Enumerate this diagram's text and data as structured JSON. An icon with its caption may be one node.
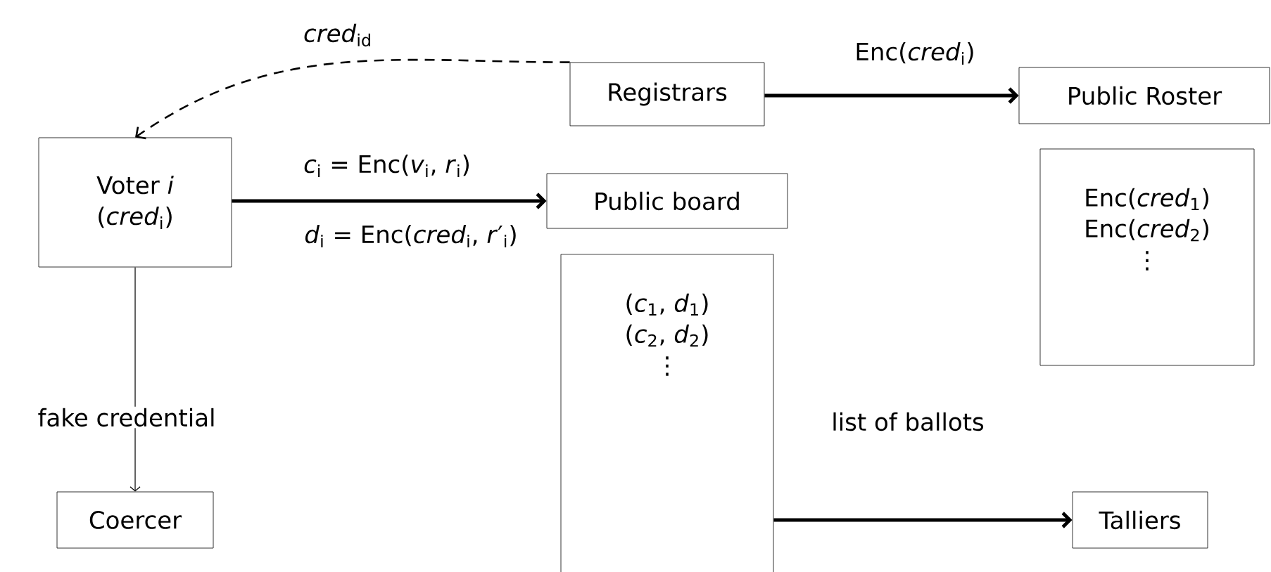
{
  "diagram": {
    "nodes": [
      {
        "text": [
          "Registrars"
        ]
      },
      {
        "text": [
          "Public Roster"
        ]
      },
      {
        "text": [
          "Enc(*cred*$_{1}$)",
          "Enc(*cred*$_{2}$)",
          "⋮"
        ]
      },
      {
        "text": [
          "Voter *i*",
          "(*cred*$_{i}$)"
        ]
      },
      {
        "text": [
          "Public board"
        ]
      },
      {
        "text": [
          "(*c*$_{1}$, *d*$_{1}$)",
          "(*c*$_{2}$, *d*$_{2}$)",
          "⋮"
        ]
      },
      {
        "text": [
          "Coercer"
        ]
      },
      {
        "text": [
          "Talliers"
        ]
      }
    ],
    "edges": [
      {
        "from": 0,
        "to": 3,
        "arrow": "to",
        "style": "dashed",
        "label": "*cred*$_{id}$"
      },
      {
        "from": 0,
        "to": 1,
        "arrow": "to",
        "label": "Enc(*cred*$_{i}$)"
      },
      {
        "from": 3,
        "to": 4,
        "arrow": "to",
        "label": "*c*$_{i}$ = Enc(*v*$_{i}$, *r*$_{i}$)"
      },
      {
        "from": 3,
        "to": 6,
        "arrow": "to",
        "label": "fake credential"
      },
      {
        "from": 5,
        "to": 7,
        "arrow": "to",
        "label": "list of ballots"
      }
    ],
    "labels": [
      "*d*$_{i}$ = Enc(*cred*$_{i}$, *r*′$_{i}$)"
    ]
  }
}
